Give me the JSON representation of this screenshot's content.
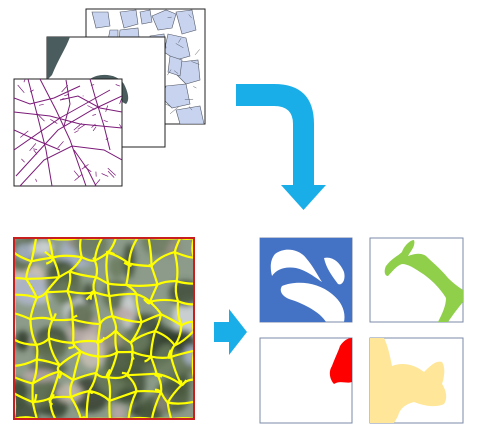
{
  "diagram": {
    "input_map_layers": [
      {
        "name": "parcel-polygons-layer",
        "color": "#c7d3ef",
        "stroke": "#555a66"
      },
      {
        "name": "water-bodies-layer",
        "color": "#4a5c5e",
        "stroke": "#333333"
      },
      {
        "name": "road-network-layer",
        "color": "#7b1a78",
        "stroke": "#7b1a78"
      }
    ],
    "segmentation_image": {
      "border_color": "#c81e1e",
      "segment_line_color": "#ffff00"
    },
    "output_classes": [
      {
        "name": "water-class-mask",
        "color": "#4472c4"
      },
      {
        "name": "road-class-mask",
        "color": "#8fcf4a"
      },
      {
        "name": "building-class-mask",
        "color": "#ff0000"
      },
      {
        "name": "soil-class-mask",
        "color": "#ffe699"
      }
    ],
    "arrow_color": "#1aaee8"
  }
}
